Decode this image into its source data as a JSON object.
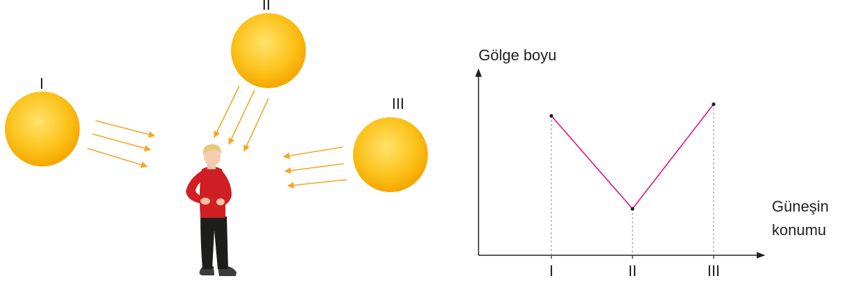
{
  "sun_labels": {
    "sun_1": "I",
    "sun_2": "II",
    "sun_3": "III"
  },
  "chart_data": {
    "type": "line",
    "title": "",
    "ylabel": "Gölge boyu",
    "xlabel_line1": "Güneşin",
    "xlabel_line2": "konumu",
    "categories": [
      "I",
      "II",
      "III"
    ],
    "values": [
      3,
      1,
      3.25
    ],
    "ylim": [
      0,
      4
    ],
    "grid": false,
    "line_color": "#e4007e"
  },
  "colors": {
    "sun_light": "#ffe36a",
    "sun_dark": "#f5a600",
    "ray": "#f6a623",
    "shirt": "#cf1f25",
    "pants": "#1d1d1b",
    "axis": "#231f20"
  }
}
